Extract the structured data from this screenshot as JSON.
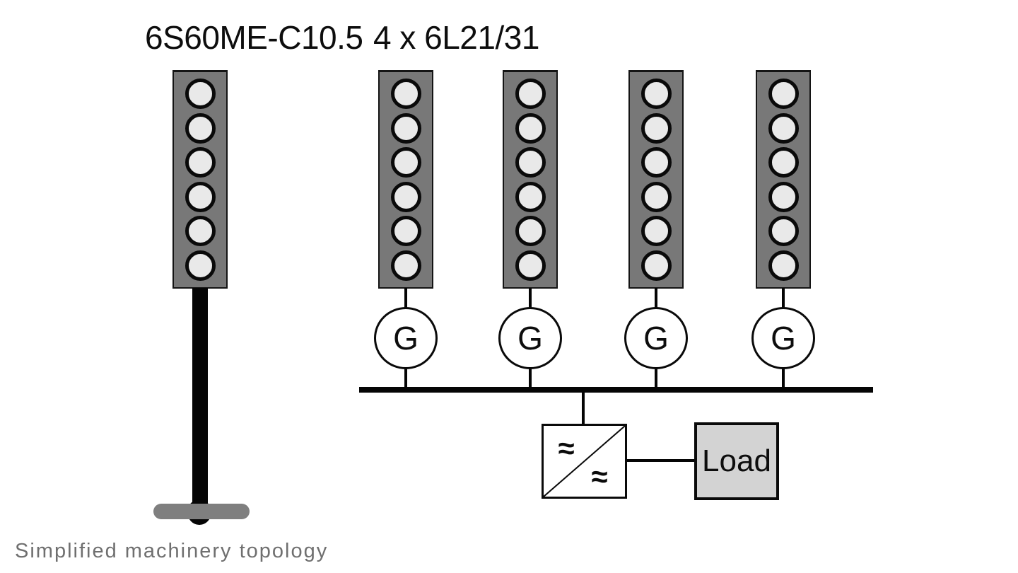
{
  "titles": {
    "main_engine_label": "6S60ME-C10.5",
    "gensets_label": "4 x 6L21/31"
  },
  "caption": "Simplified machinery topology",
  "diagram": {
    "main_engine": {
      "model": "6S60ME-C10.5",
      "cylinders": 6
    },
    "gensets": [
      {
        "model": "6L21/31",
        "cylinders": 6,
        "generator_label": "G"
      },
      {
        "model": "6L21/31",
        "cylinders": 6,
        "generator_label": "G"
      },
      {
        "model": "6L21/31",
        "cylinders": 6,
        "generator_label": "G"
      },
      {
        "model": "6L21/31",
        "cylinders": 6,
        "generator_label": "G"
      }
    ],
    "converter": {
      "input_symbol": "≈",
      "output_symbol": "≈"
    },
    "load_label": "Load"
  },
  "colors": {
    "engine_body": "#787878",
    "cylinder_fill": "#e9e9e9",
    "propeller_gray": "#7f7f7f",
    "load_fill": "#d3d3d3",
    "line_black": "#050505",
    "caption_gray": "#6f6f6f",
    "background": "#ffffff"
  }
}
